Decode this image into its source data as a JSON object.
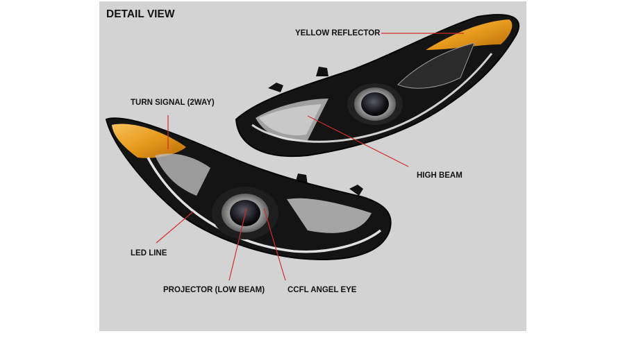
{
  "title": "DETAIL VIEW",
  "callouts": {
    "yellow_reflector": "YELLOW REFLECTOR",
    "turn_signal": "TURN SIGNAL (2WAY)",
    "high_beam": "HIGH BEAM",
    "led_line": "LED LINE",
    "projector": "PROJECTOR (LOW BEAM)",
    "ccfl_angel_eye": "CCFL ANGEL EYE"
  },
  "colors": {
    "background": "#d3d3d3",
    "leader_line": "#d22b2b",
    "amber": "#e79a1c"
  }
}
